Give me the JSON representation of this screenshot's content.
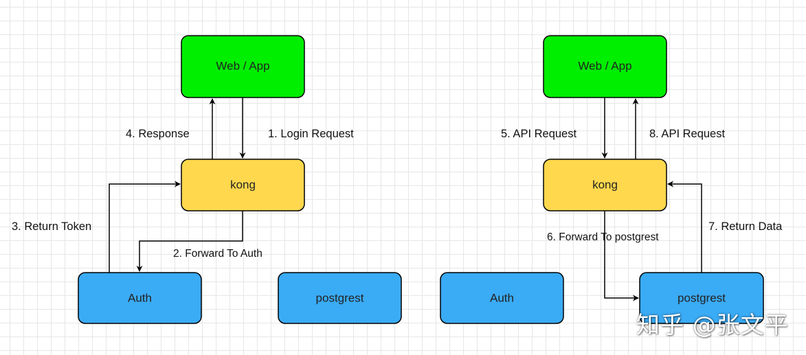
{
  "colors": {
    "client": "#00ee00",
    "gateway": "#ffd84d",
    "service": "#3aabf5",
    "stroke": "#000000"
  },
  "left_flow": {
    "client": "Web / App",
    "gateway": "kong",
    "auth": "Auth",
    "db": "postgrest",
    "steps": {
      "login_request": "1. Login Request",
      "forward_to_auth": "2. Forward To Auth",
      "return_token": "3. Return Token",
      "response": "4. Response"
    }
  },
  "right_flow": {
    "client": "Web / App",
    "gateway": "kong",
    "auth": "Auth",
    "db": "postgrest",
    "steps": {
      "api_request": "5. API Request",
      "forward_to_postgrest": "6. Forward To postgrest",
      "return_data": "7. Return Data",
      "api_request_back": "8. API Request"
    }
  },
  "watermark": "知乎 @张文平"
}
